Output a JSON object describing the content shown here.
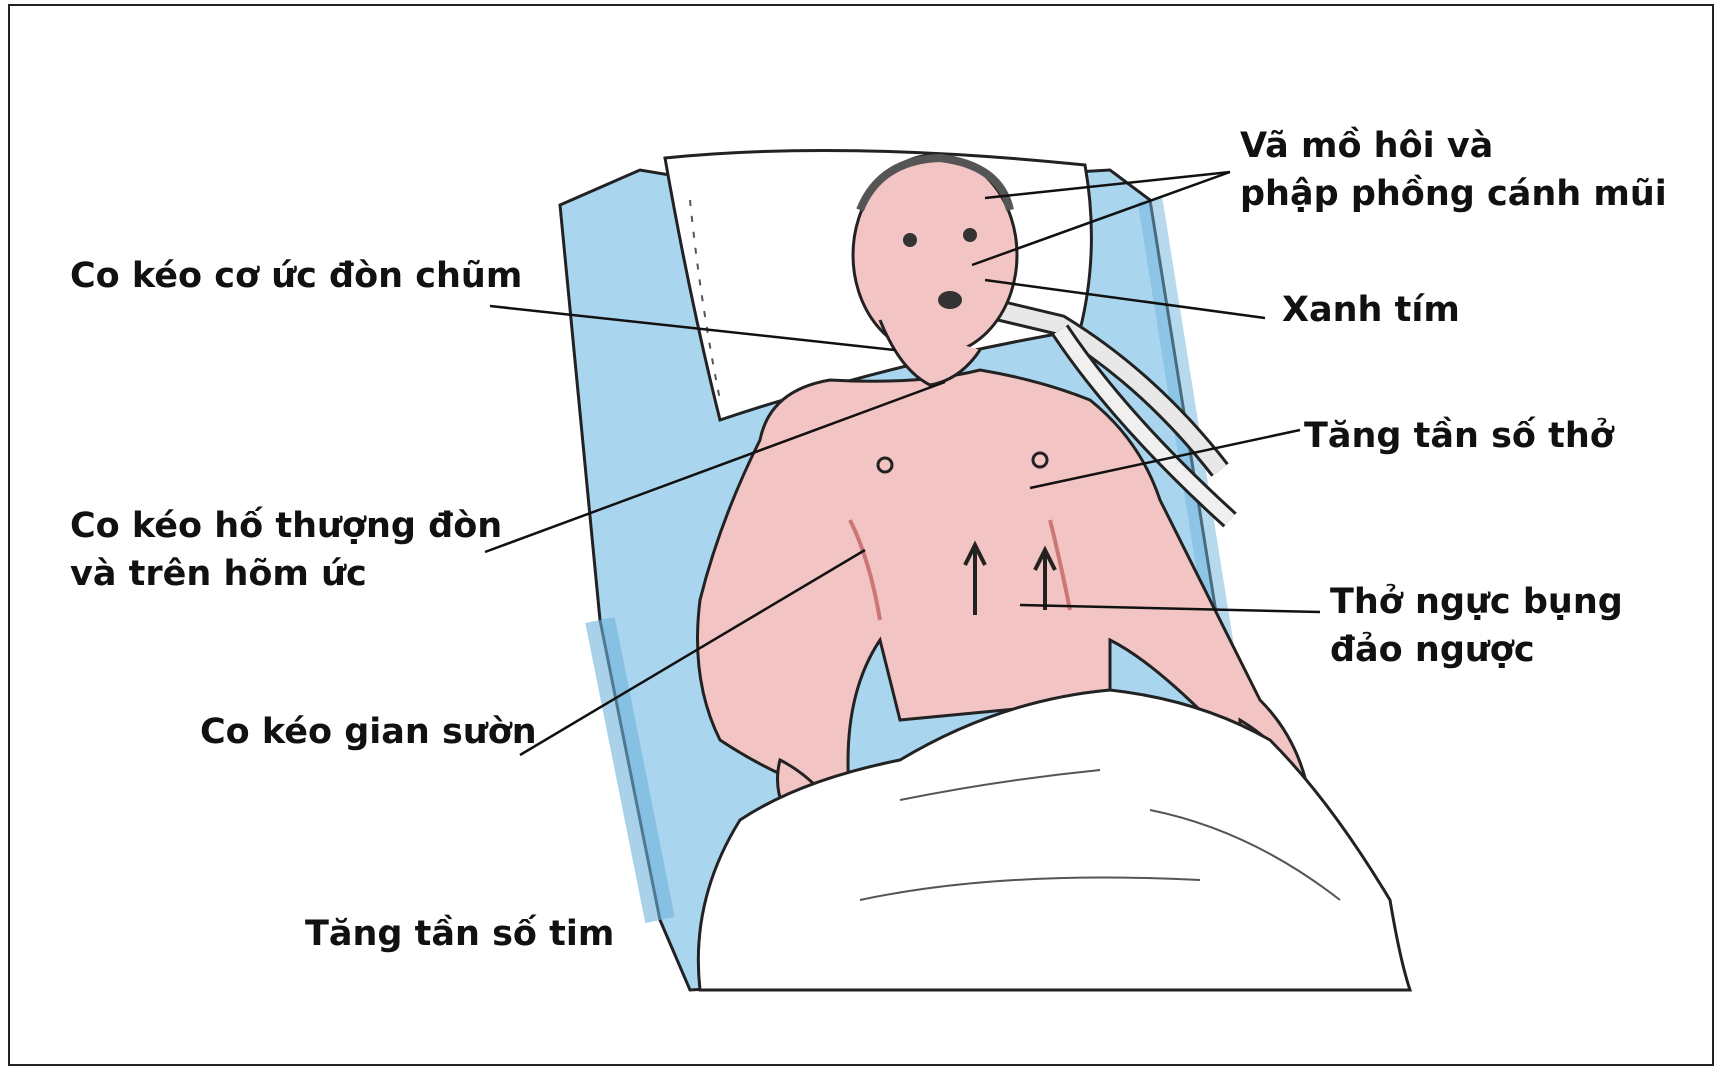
{
  "labels": {
    "sweating_nasal_flaring": [
      "Vã mồ hôi và",
      "phập phồng cánh mũi"
    ],
    "scm_retraction": "Co kéo cơ ức đòn chũm",
    "cyanosis": "Xanh tím",
    "tachypnea": "Tăng tần số thở",
    "supraclavicular_retraction": [
      "Co kéo hố thượng đòn",
      "và trên hõm ức"
    ],
    "paradoxical_breathing": [
      "Thở ngực bụng",
      "đảo ngược"
    ],
    "intercostal_retraction": "Co kéo gian sườn",
    "tachycardia": "Tăng tần số tim"
  },
  "colors": {
    "skin": "#f2c4c4",
    "skin_shadow": "#d98f94",
    "bed": "#a9d6ee",
    "bed_dark": "#6fb3dc",
    "sheet": "#ffffff",
    "line": "#111111"
  }
}
